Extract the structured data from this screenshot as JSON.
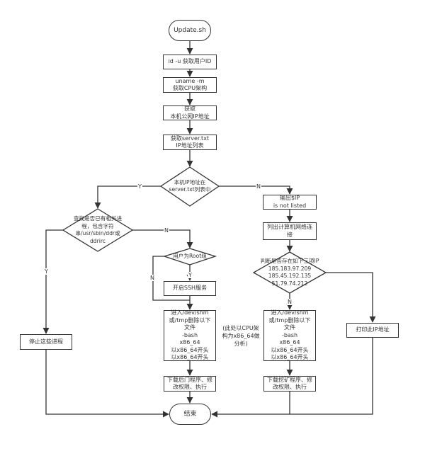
{
  "flowchart": {
    "title": "Update.sh",
    "nodes": {
      "start": "Update.sh",
      "get_uid": "id -u 获取用户ID",
      "get_cpu": "uname -m\n获取CPU架构",
      "get_ip": "获取\n本机公网IP地址",
      "get_list": "获取server.txt\nIP地址列表",
      "decision_in_list": "本机IP地址在\nserver.txt列表中",
      "output_not_listed": "输出$IP\nis not listed",
      "list_connections": "列出计算机网络连\n接",
      "decision_ips": "判断是否存在如下三项IP\n185.183.97.209\n185.45.192.135\n51.79.74.212",
      "decision_process": "查找是否已有相关进\n程，包含字符\n串/usr/sbin/ddr或\nddrirc",
      "decision_root": "用户为Root组",
      "start_ssh": "开启SSH服务",
      "stop_process": "停止这些进程",
      "cleanup_left": "进入/dev/shm\n或/tmp删除以下\n文件\n-bash\nx86_64\n以x86_64开头\n以x86_64开头",
      "cleanup_right": "进入/dev/shm\n或/tmp删除以下\n文件\n-bash\nx86_64\n以x86_64开头\n以x86_64开头",
      "print_ip": "打印此IP地址",
      "download_backdoor": "下载后门程序、修\n改权限、执行",
      "download_miner": "下载挖矿程序、修\n改权限、执行",
      "end": "结束"
    },
    "note": "(此处以CPU架\n构为x86_64做\n分析)",
    "edge_labels": {
      "yes": "Y",
      "no": "N"
    },
    "colors": {
      "line": "#333333",
      "text": "#333333",
      "background": "#ffffff"
    }
  }
}
